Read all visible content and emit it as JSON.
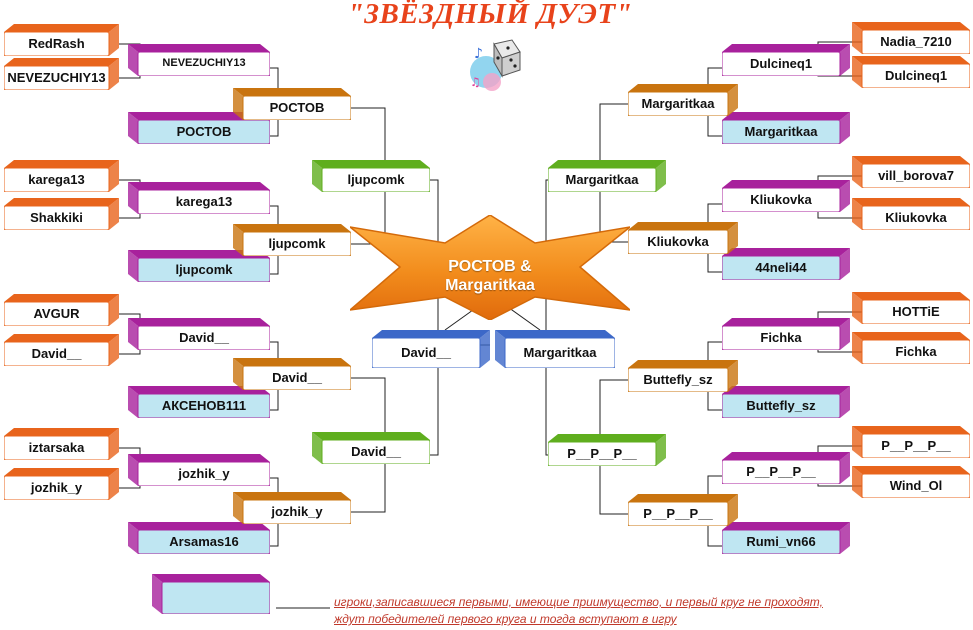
{
  "title": "\"ЗВЁЗДНЫЙ ДУЭТ\"",
  "champion": {
    "line1": "РОСТОВ &",
    "line2": "Margaritkaa"
  },
  "left": {
    "r1": [
      "RedRash",
      "NEVEZUCHIY13",
      "karega13",
      "Shakkiki",
      "AVGUR",
      "David__",
      "iztarsaka",
      "jozhik_y"
    ],
    "r2": [
      "NEVEZUCHIY13",
      "РОСТОВ",
      "karega13",
      "ljupcomk",
      "David__",
      "АКСЕНОВ111",
      "jozhik_y",
      "Arsamas16"
    ],
    "r3": [
      "РОСТОВ",
      "ljupcomk",
      "David__",
      "jozhik_y"
    ],
    "r4": [
      "ljupcomk",
      "David__"
    ],
    "final": "David__"
  },
  "right": {
    "r1": [
      "Nadia_7210",
      "Dulcineq1",
      "vill_borova7",
      "Kliukovka",
      "HOTTiE",
      "Fichka",
      "P__P__P__",
      "Wind_Ol"
    ],
    "r2": [
      "Dulcineq1",
      "Margaritkaa",
      "Kliukovka",
      "44neli44",
      "Fichka",
      "Buttefly_sz",
      "P__P__P__",
      "Rumi_vn66"
    ],
    "r3": [
      "Margaritkaa",
      "Kliukovka",
      "Buttefly_sz",
      "P__P__P__"
    ],
    "r4": [
      "Margaritkaa",
      "P__P__P__"
    ],
    "final": "Margaritkaa"
  },
  "legend": {
    "line1": "игроки,записавшиеся первыми, имеющие приимущество, и первый круг не проходят,",
    "line2": "ждут победителей первого круга и тогда вступают в игру"
  },
  "colors": {
    "orange": "#e8641c",
    "magenta": "#a8219c",
    "brown": "#c9740f",
    "green": "#5fae1e",
    "blue": "#3c68c8",
    "star": "#f28c1c"
  }
}
